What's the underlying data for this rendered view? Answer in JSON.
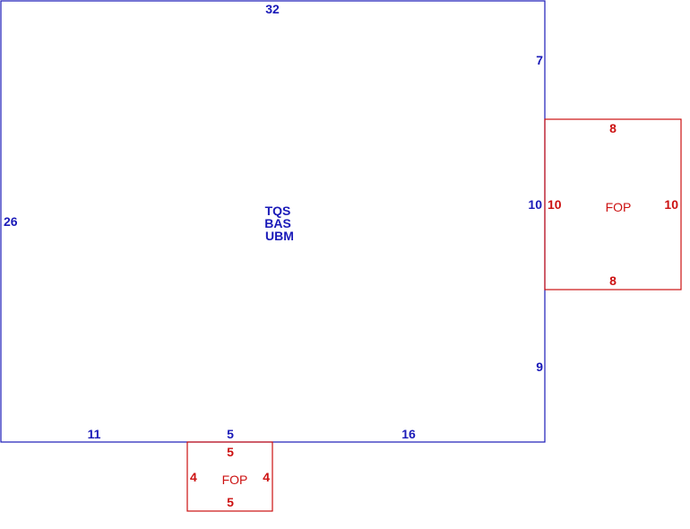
{
  "main_structure": {
    "color": "#1a1ab8",
    "dims": {
      "top": "32",
      "left": "26",
      "right_upper": "7",
      "right_middle": "10",
      "right_lower": "9",
      "bottom_left": "11",
      "bottom_middle": "5",
      "bottom_right": "16"
    },
    "center_labels": [
      "TQS",
      "BAS",
      "UBM"
    ]
  },
  "right_fop": {
    "color": "#cc1111",
    "name": "FOP",
    "dims": {
      "top": "8",
      "bottom": "8",
      "left": "10",
      "right": "10"
    }
  },
  "bottom_fop": {
    "color": "#cc1111",
    "name": "FOP",
    "dims": {
      "top": "5",
      "bottom": "5",
      "left": "4",
      "right": "4"
    }
  }
}
